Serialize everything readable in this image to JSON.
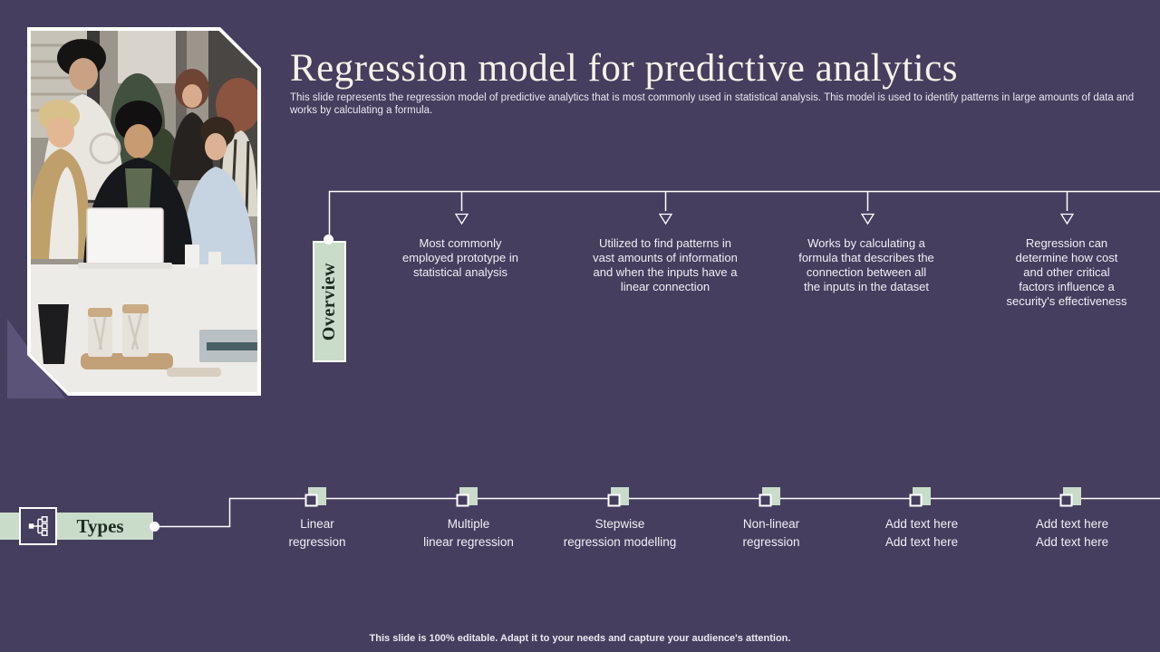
{
  "slide": {
    "title": "Regression model for predictive analytics",
    "subtitle": "This slide represents the regression model of predictive analytics that is most commonly used in statistical analysis. This model is used to identify patterns in large amounts of data and works by calculating a formula.",
    "footer": "This slide is 100% editable. Adapt it to your needs and capture your audience's attention."
  },
  "overview": {
    "label": "Overview",
    "items": [
      {
        "text": "Most commonly\nemployed prototype in\nstatistical analysis"
      },
      {
        "text": "Utilized to find patterns in\nvast amounts of information\nand when the inputs have a\nlinear connection"
      },
      {
        "text": "Works by calculating a\nformula that describes the\nconnection between all\nthe inputs in the dataset"
      },
      {
        "text": "Regression can\ndetermine how cost\nand other critical\nfactors influence a\nsecurity's effectiveness"
      }
    ]
  },
  "types": {
    "label": "Types",
    "icon": "hierarchy-icon",
    "items": [
      {
        "text": "Linear\nregression"
      },
      {
        "text": "Multiple\nlinear regression"
      },
      {
        "text": "Stepwise\nregression modelling"
      },
      {
        "text": "Non-linear\nregression"
      },
      {
        "text": "Add text here\nAdd text here"
      },
      {
        "text": "Add text here\nAdd text here"
      }
    ]
  },
  "photo": {
    "description": "team-collaborating-around-laptop"
  },
  "colors": {
    "background": "#453E5E",
    "mint": "#C9DCCA",
    "fold": "#5B5478",
    "label_text": "#1E2C20",
    "line": "#FFFFFF"
  }
}
